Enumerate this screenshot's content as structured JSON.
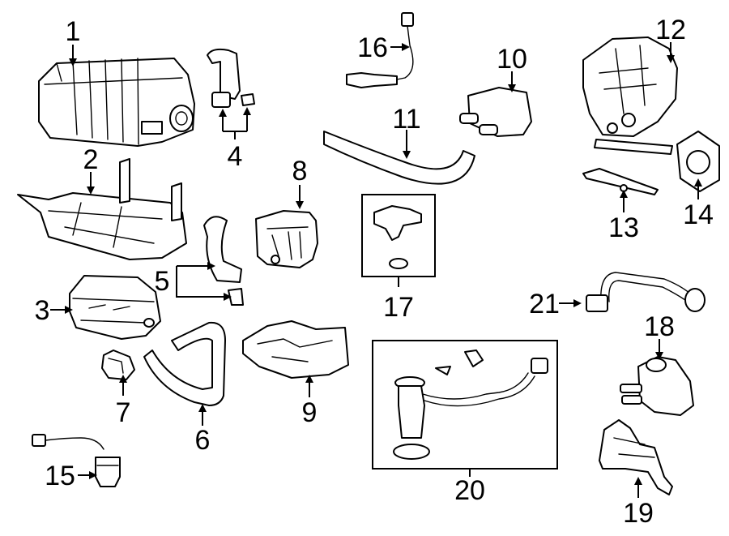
{
  "diagram": {
    "callouts": {
      "c1": "1",
      "c2": "2",
      "c3": "3",
      "c4": "4",
      "c5": "5",
      "c6": "6",
      "c7": "7",
      "c8": "8",
      "c9": "9",
      "c10": "10",
      "c11": "11",
      "c12": "12",
      "c13": "13",
      "c14": "14",
      "c15": "15",
      "c16": "16",
      "c17": "17",
      "c18": "18",
      "c19": "19",
      "c20": "20",
      "c21": "21"
    }
  },
  "colors": {
    "line": "#000000",
    "background": "#ffffff"
  }
}
